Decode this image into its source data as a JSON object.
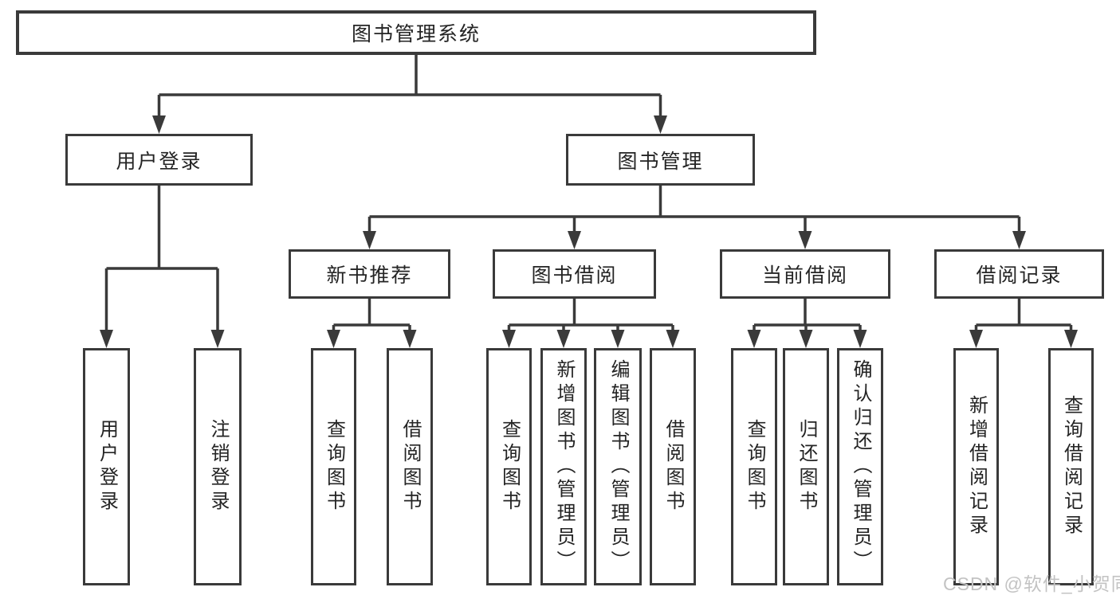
{
  "diagram": {
    "root": {
      "label": "图书管理系统"
    },
    "level2": [
      {
        "label": "用户登录"
      },
      {
        "label": "图书管理"
      }
    ],
    "level3": [
      {
        "label": "新书推荐"
      },
      {
        "label": "图书借阅"
      },
      {
        "label": "当前借阅"
      },
      {
        "label": "借阅记录"
      }
    ],
    "leaves": [
      {
        "label": "用户登录"
      },
      {
        "label": "注销登录"
      },
      {
        "label": "查询图书"
      },
      {
        "label": "借阅图书"
      },
      {
        "label": "查询图书"
      },
      {
        "label": "新增图书（管理员）"
      },
      {
        "label": "编辑图书（管理员）"
      },
      {
        "label": "借阅图书"
      },
      {
        "label": "查询图书"
      },
      {
        "label": "归还图书"
      },
      {
        "label": "确认归还（管理员）"
      },
      {
        "label": "新增借阅记录"
      },
      {
        "label": "查询借阅记录"
      }
    ],
    "watermark": "CSDN @软件_小贺同学",
    "colors": {
      "line": "#3a3a3a",
      "box_border": "#3a3a3a",
      "text": "#242424",
      "watermark": "#c3c3c3",
      "background": "#ffffff"
    }
  }
}
